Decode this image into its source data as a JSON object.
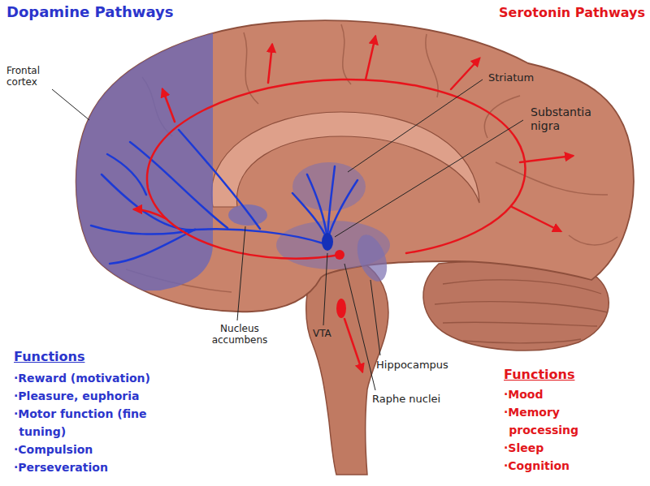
{
  "diagram": {
    "labels": [
      "Dopamine Pathways",
      "Serotonin Pathways",
      "Frontal cortex",
      "Striatum",
      "Substantia nigra",
      "Nucleus accumbens",
      "VTA",
      "Hippocampus",
      "Raphe nuclei",
      "Functions",
      "·Reward (motivation)",
      "·Pleasure, euphoria",
      "·Motor function (fine tuning)",
      "·Compulsion",
      "·Perseveration",
      "Functions",
      "·Mood",
      "·Memory processing",
      "·Sleep",
      "·Cognition"
    ]
  }
}
